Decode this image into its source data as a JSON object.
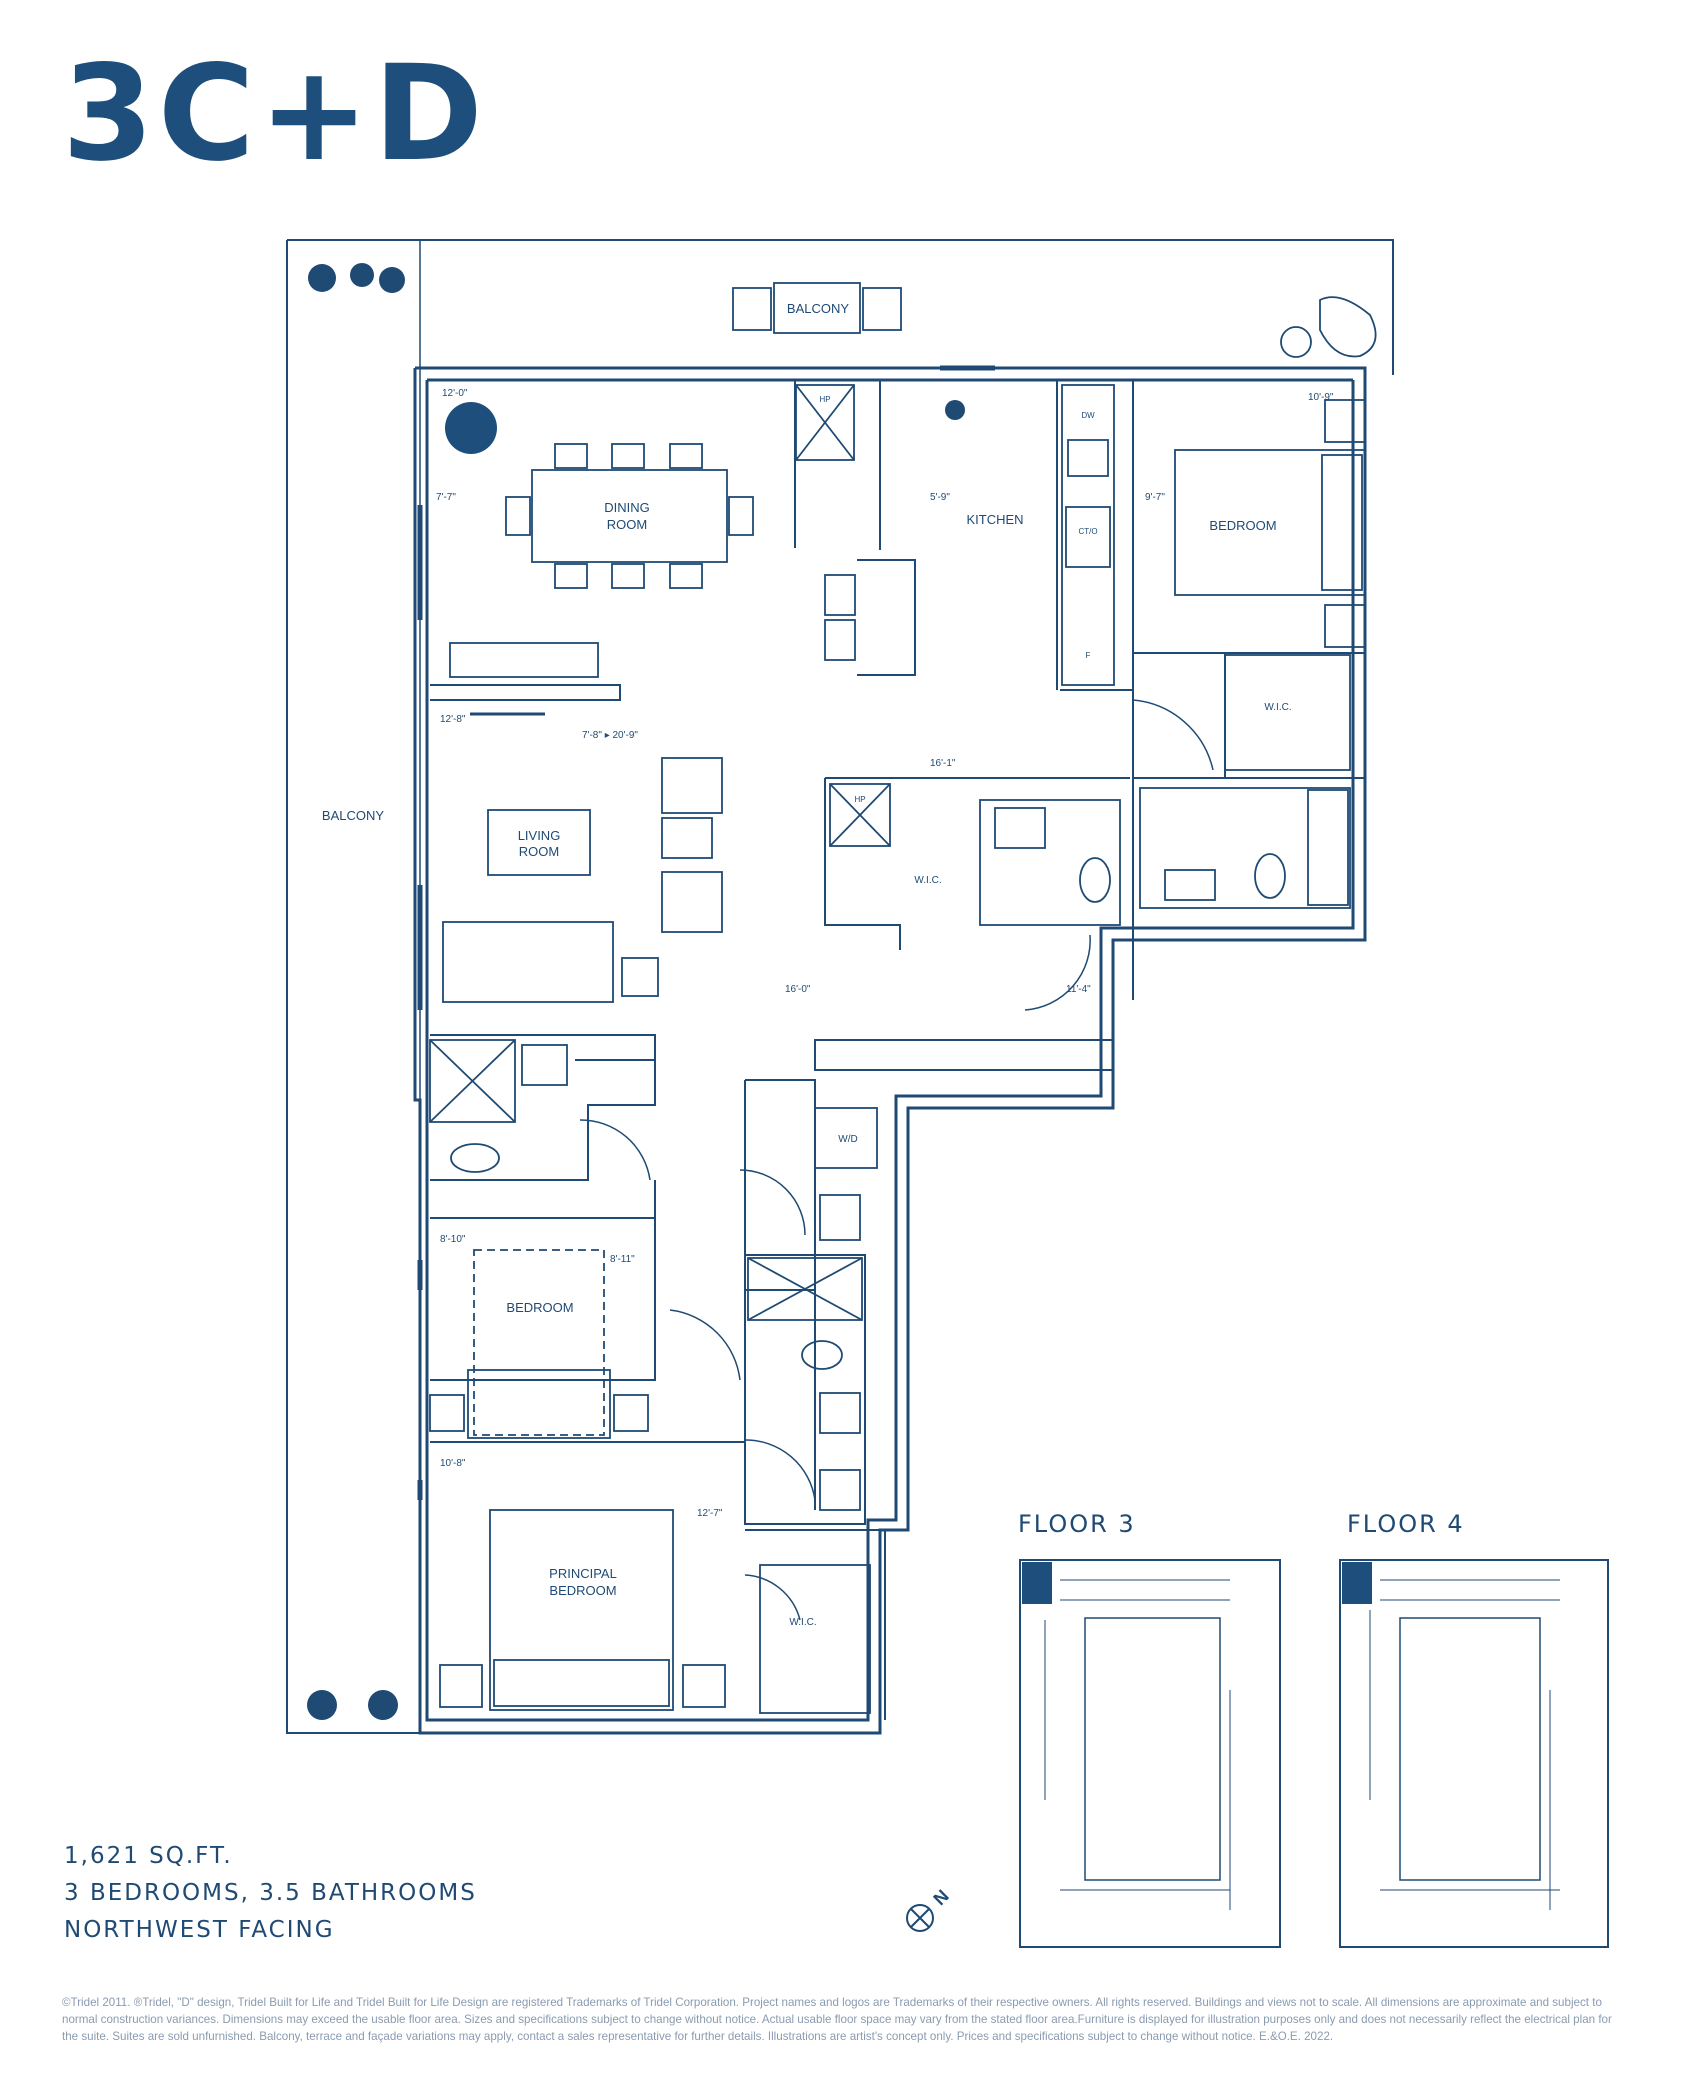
{
  "title": "3C+D",
  "rooms": {
    "balcony_top": "BALCONY",
    "balcony_side": "BALCONY",
    "dining_1": "DINING",
    "dining_2": "ROOM",
    "kitchen": "KITCHEN",
    "bedroom_east": "BEDROOM",
    "wic_east": "W.I.C.",
    "living_1": "LIVING",
    "living_2": "ROOM",
    "wic_center": "W.I.C.",
    "bedroom_west": "BEDROOM",
    "wd": "W/D",
    "principal_1": "PRINCIPAL",
    "principal_2": "BEDROOM",
    "wic_principal": "W.I.C.",
    "hp1": "HP",
    "hp2": "HP",
    "dw": "DW",
    "ctd": "CT/O",
    "fridge": "F"
  },
  "dimensions": {
    "d1": "12'-0\"",
    "d2": "7'-7\"",
    "d3": "5'-9\"",
    "d4": "10'-9\"",
    "d5": "9'-7\"",
    "d6": "12'-8\"",
    "d7": "7'-8\" ▸ 20'-9\"",
    "d8": "16'-1\"",
    "d9": "16'-0\"",
    "d10": "11'-4\"",
    "d11": "8'-10\"",
    "d12": "8'-11\"",
    "d13": "10'-8\"",
    "d14": "12'-7\""
  },
  "stats": {
    "area": "1,621 SQ.FT.",
    "beds_baths": "3 BEDROOMS, 3.5 BATHROOMS",
    "facing": "NORTHWEST FACING"
  },
  "key_plans": {
    "floor3": "FLOOR 3",
    "floor4": "FLOOR 4"
  },
  "compass": "N",
  "legal": "©Tridel 2011. ®Tridel, \"D\" design, Tridel Built for Life and Tridel Built for Life Design are registered Trademarks of Tridel Corporation. Project names and logos are Trademarks of their respective owners. All rights reserved. Buildings and views not to scale. All dimensions are approximate and subject to normal construction variances. Dimensions may exceed the usable floor area. Sizes and specifications subject to change without notice. Actual usable floor space may vary from the stated floor area.Furniture is displayed for illustration purposes only and does not necessarily reflect the electrical plan for the suite. Suites are sold unfurnished. Balcony, terrace and façade variations may apply, contact a sales representative for further details. Illustrations are artist's concept only. Prices and specifications subject to change without notice. E.&O.E. 2022.",
  "colors": {
    "brand": "#1e4f7c",
    "line": "#1f4a74",
    "highlight": "#1e4f7c",
    "legal": "#8a9bb0"
  }
}
